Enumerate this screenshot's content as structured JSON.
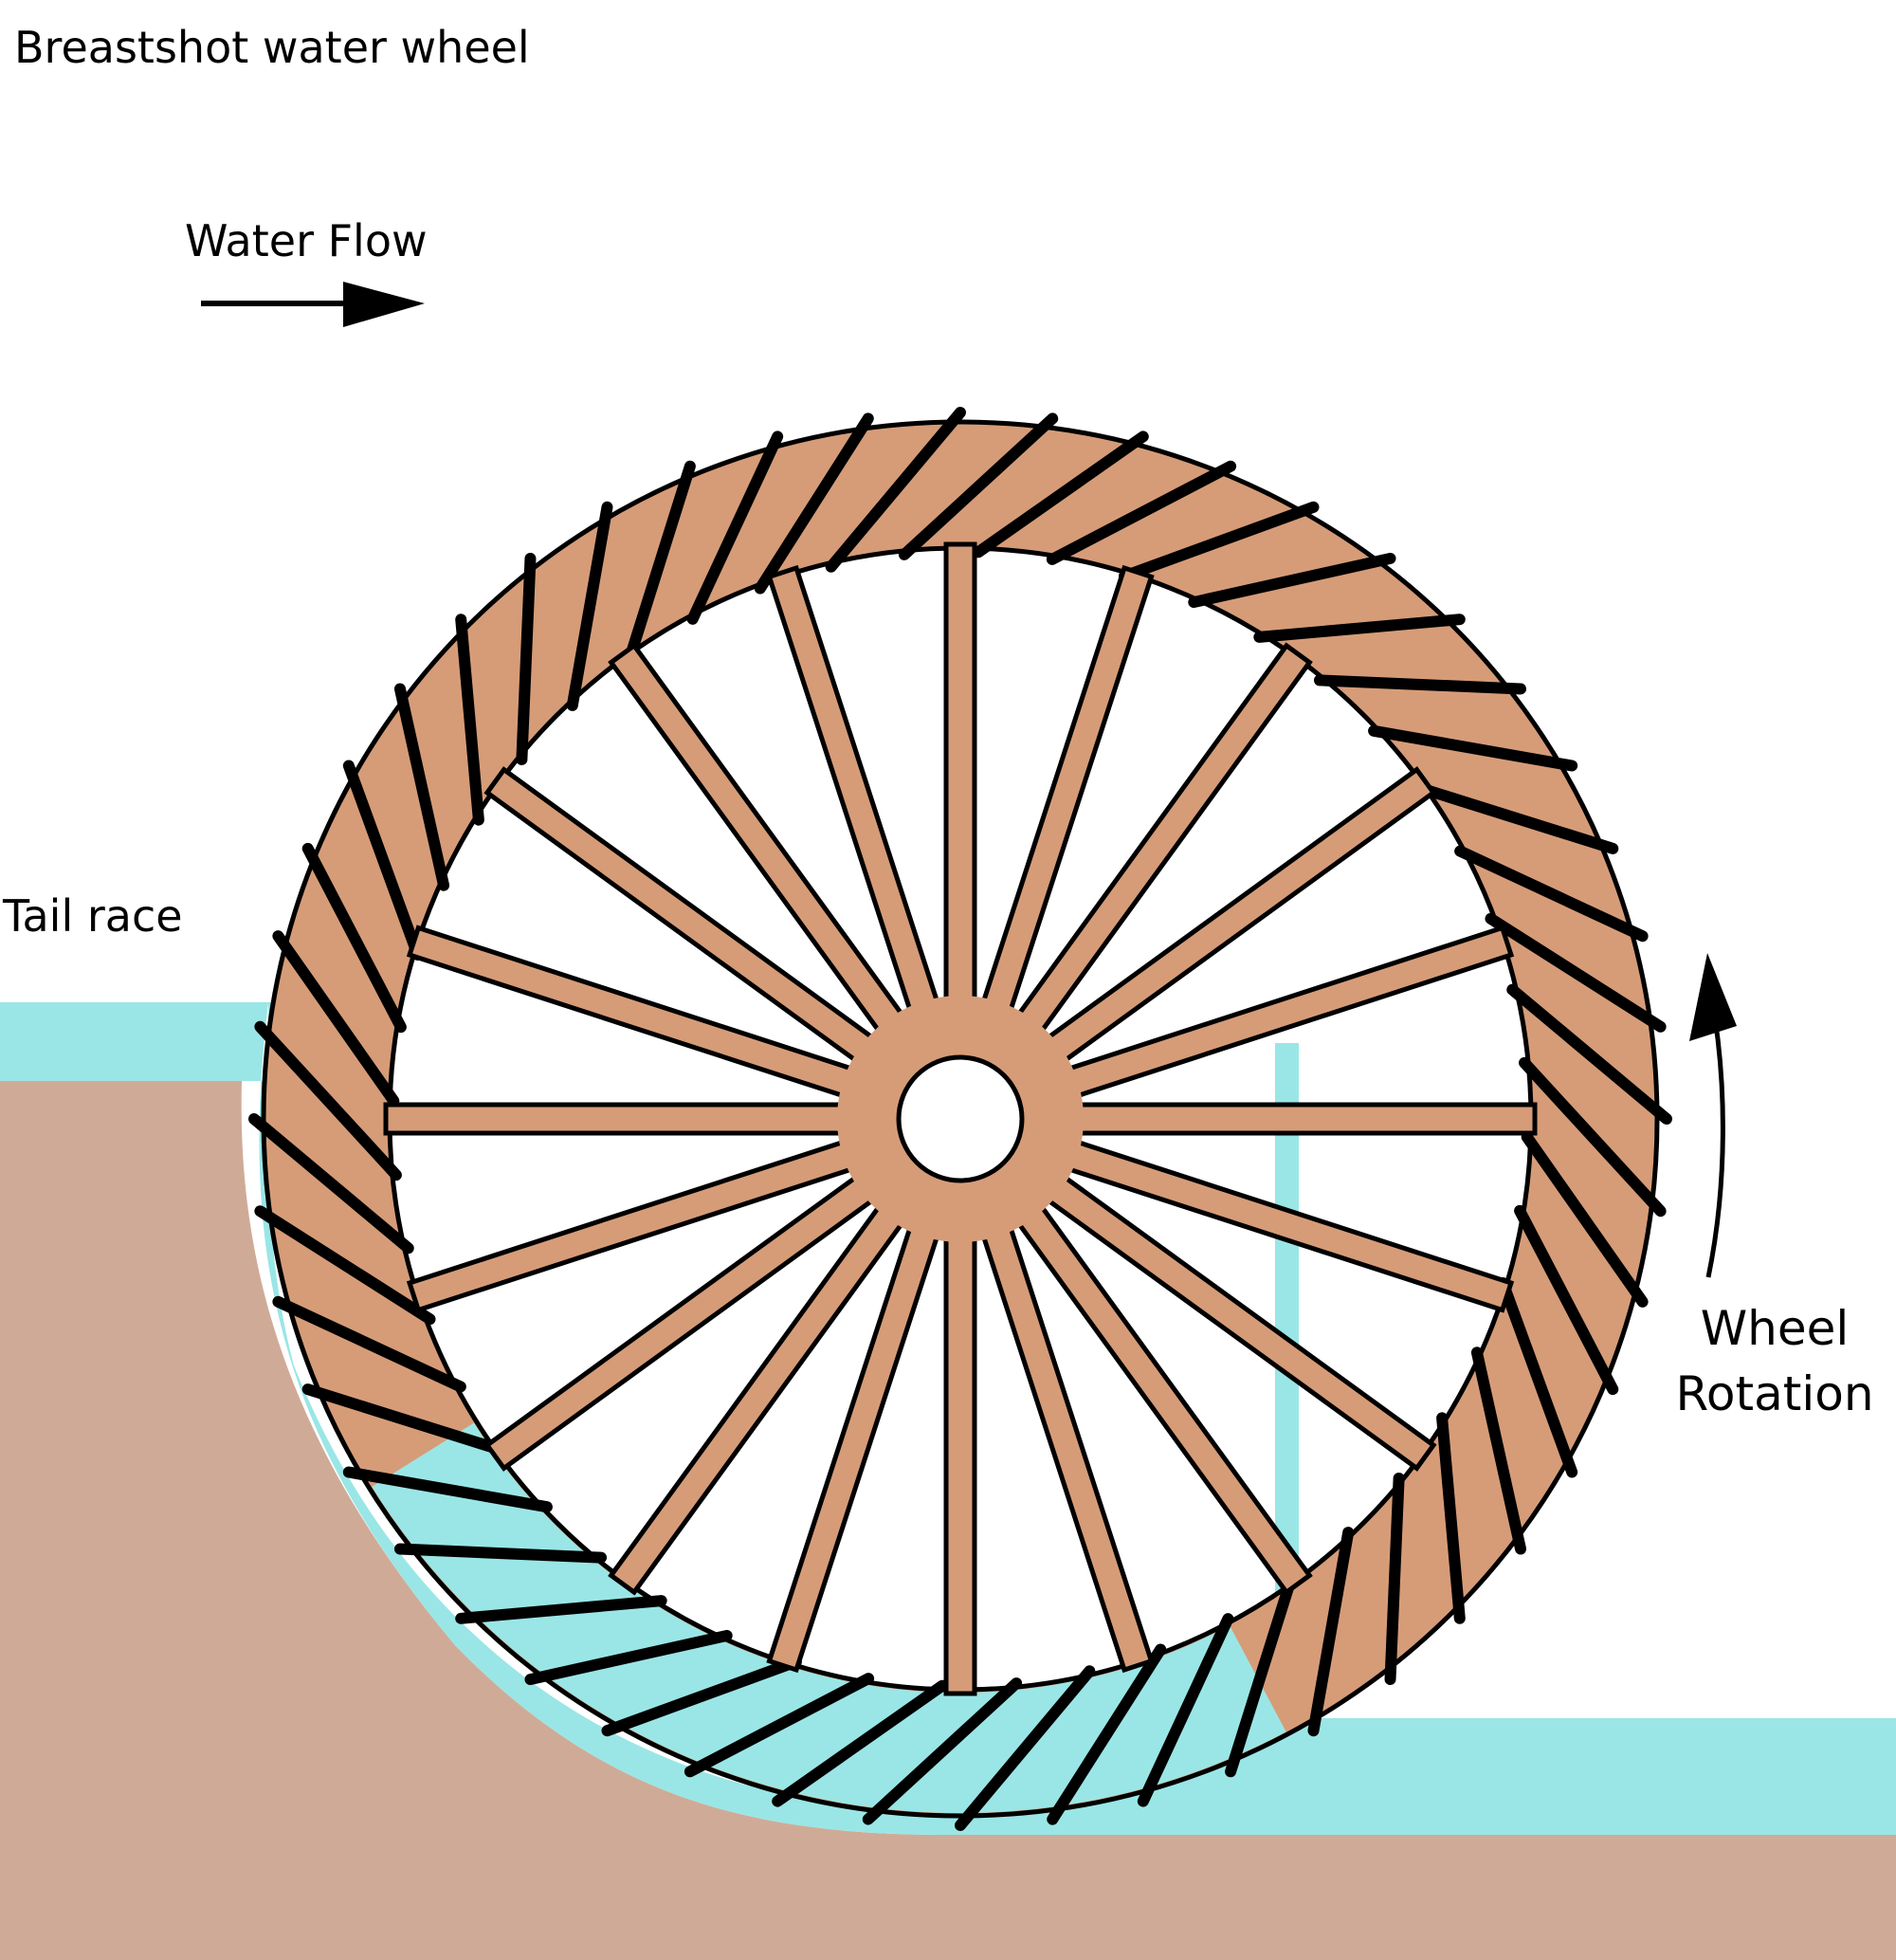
{
  "title": "Breastshot water wheel",
  "labels": {
    "water_flow": "Water Flow",
    "tail_race": "Tail race",
    "wheel_rotation_line1": "Wheel",
    "wheel_rotation_line2": "Rotation"
  },
  "colors": {
    "background": "#ffffff",
    "wood": "#d69c78",
    "ground": "#cfab97",
    "water": "#9ae6e6",
    "outline": "#000000"
  },
  "wheel": {
    "spoke_count": 20,
    "paddle_count": 48
  }
}
